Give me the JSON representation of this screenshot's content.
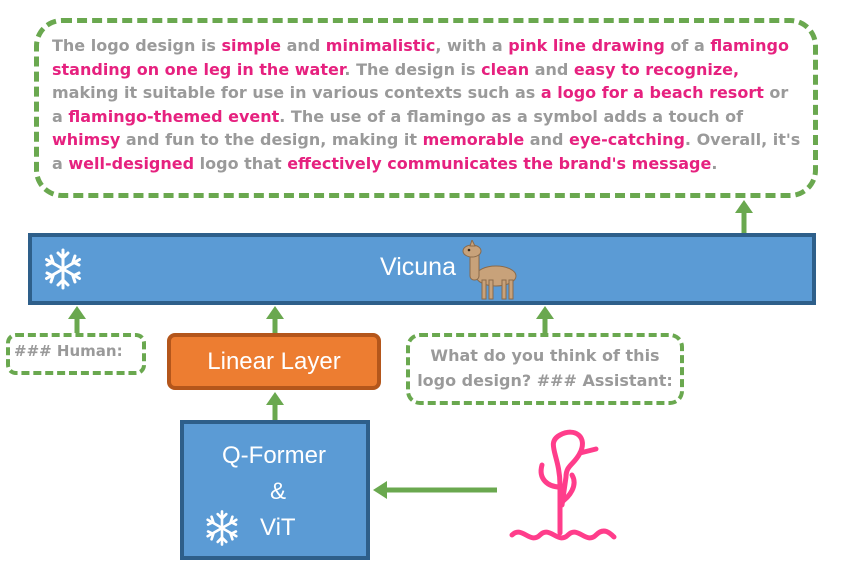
{
  "output": {
    "segments": [
      {
        "t": "The logo design is ",
        "h": false
      },
      {
        "t": "simple",
        "h": true
      },
      {
        "t": " and ",
        "h": false
      },
      {
        "t": "minimalistic",
        "h": true
      },
      {
        "t": ", with a ",
        "h": false
      },
      {
        "t": "pink line drawing",
        "h": true
      },
      {
        "t": " of a ",
        "h": false
      },
      {
        "t": "flamingo standing on one leg in the water",
        "h": true
      },
      {
        "t": ". The design is ",
        "h": false
      },
      {
        "t": "clean",
        "h": true
      },
      {
        "t": " and ",
        "h": false
      },
      {
        "t": "easy to recognize,",
        "h": true
      },
      {
        "t": " making it suitable for use in various contexts such as ",
        "h": false
      },
      {
        "t": "a logo for a beach resort",
        "h": true
      },
      {
        "t": " or a ",
        "h": false
      },
      {
        "t": "flamingo-themed event",
        "h": true
      },
      {
        "t": ". The use of a flamingo as a symbol adds a touch of ",
        "h": false
      },
      {
        "t": "whimsy",
        "h": true
      },
      {
        "t": " and fun to the design, making it ",
        "h": false
      },
      {
        "t": "memorable",
        "h": true
      },
      {
        "t": " and ",
        "h": false
      },
      {
        "t": "eye-catching",
        "h": true
      },
      {
        "t": ". Overall, it's a ",
        "h": false
      },
      {
        "t": "well-designed",
        "h": true
      },
      {
        "t": " logo that ",
        "h": false
      },
      {
        "t": "effectively communicates the brand's message",
        "h": true
      },
      {
        "t": ".",
        "h": false
      }
    ]
  },
  "vicuna": {
    "label": "Vicuna",
    "icon": "llama-icon",
    "frozen_icon": "snowflake-icon"
  },
  "human": {
    "label": "### Human:"
  },
  "linear": {
    "label": "Linear Layer"
  },
  "question": {
    "line1": "What do you think of this",
    "line2": "logo design? ### Assistant:"
  },
  "qformer": {
    "line1": "Q-Former",
    "line2": "&",
    "line3": "ViT",
    "frozen_icon": "snowflake-icon"
  },
  "image": {
    "icon": "flamingo-icon"
  },
  "colors": {
    "arrow": "#6aa84f",
    "highlight": "#e6217f",
    "text_gray": "#9a9a9a",
    "blue": "#5b9bd5",
    "orange": "#ed7d31",
    "flamingo": "#ff3d8b"
  }
}
